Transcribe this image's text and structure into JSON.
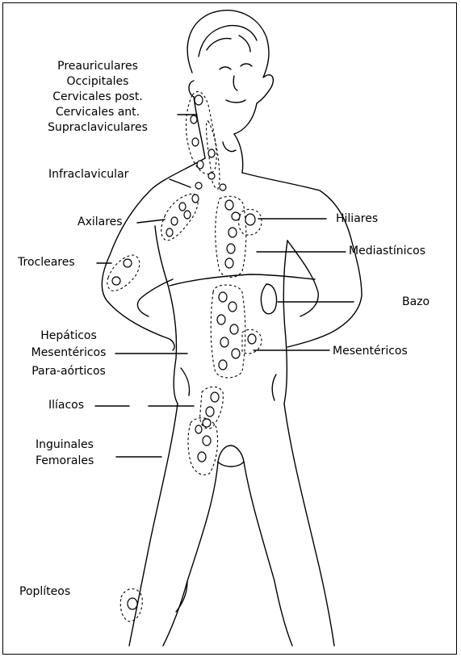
{
  "labels": {
    "preauriculares": "Preauriculares",
    "occipitales": "Occipitales",
    "cervicales_post": "Cervicales post.",
    "cervicales_ant": "Cervicales ant.",
    "supraclaviculares": "Supraclaviculares",
    "infraclavicular": "Infraclavicular",
    "axilares": "Axilares",
    "trocleares": "Trocleares",
    "hepaticos": "Hepáticos",
    "mesentericos_left": "Mesentéricos",
    "para_aorticos": "Para-aórticos",
    "iliacos": "Ilíacos",
    "inguinales": "Inguinales",
    "femorales": "Femorales",
    "popliteos": "Poplíteos",
    "hiliares": "Hiliares",
    "mediastinicos": "Mediastínicos",
    "bazo": "Bazo",
    "mesentericos_right": "Mesentéricos"
  }
}
